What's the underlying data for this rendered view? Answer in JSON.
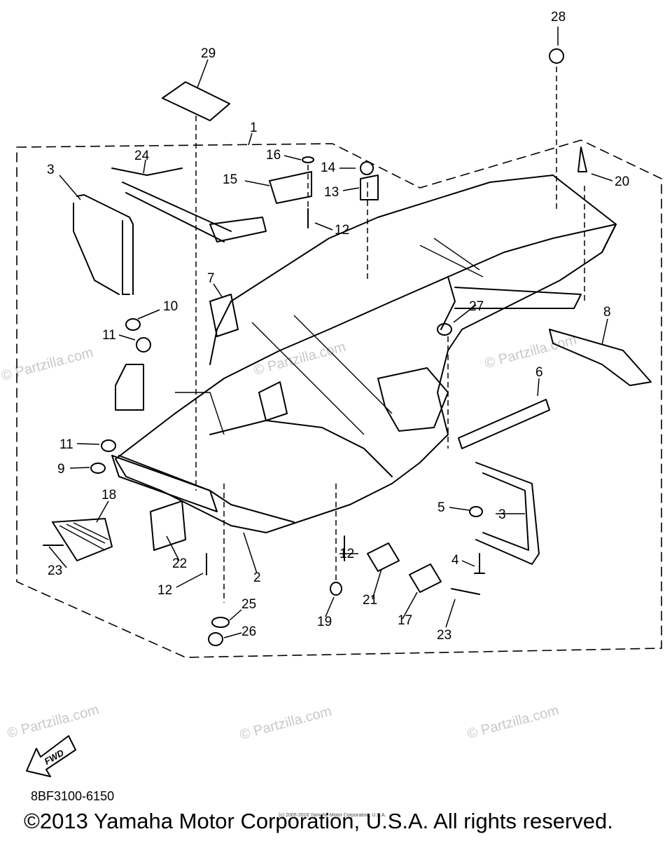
{
  "diagram": {
    "part_number": "8BF3100-6150",
    "copyright": "©2013 Yamaha Motor Corporation, U.S.A. All rights reserved.",
    "small_copyright": "(c) 2005-2016 Yamaha Motor Corporation, U.S.A.",
    "fwd_label": "FWD",
    "watermark": "© Partzilla.com",
    "callouts": [
      "28",
      "29",
      "1",
      "16",
      "14",
      "3",
      "24",
      "15",
      "13",
      "20",
      "12",
      "7",
      "10",
      "27",
      "8",
      "11",
      "6",
      "11",
      "9",
      "18",
      "5",
      "3",
      "12",
      "4",
      "22",
      "2",
      "21",
      "17",
      "23",
      "12",
      "25",
      "19",
      "23",
      "26"
    ]
  }
}
